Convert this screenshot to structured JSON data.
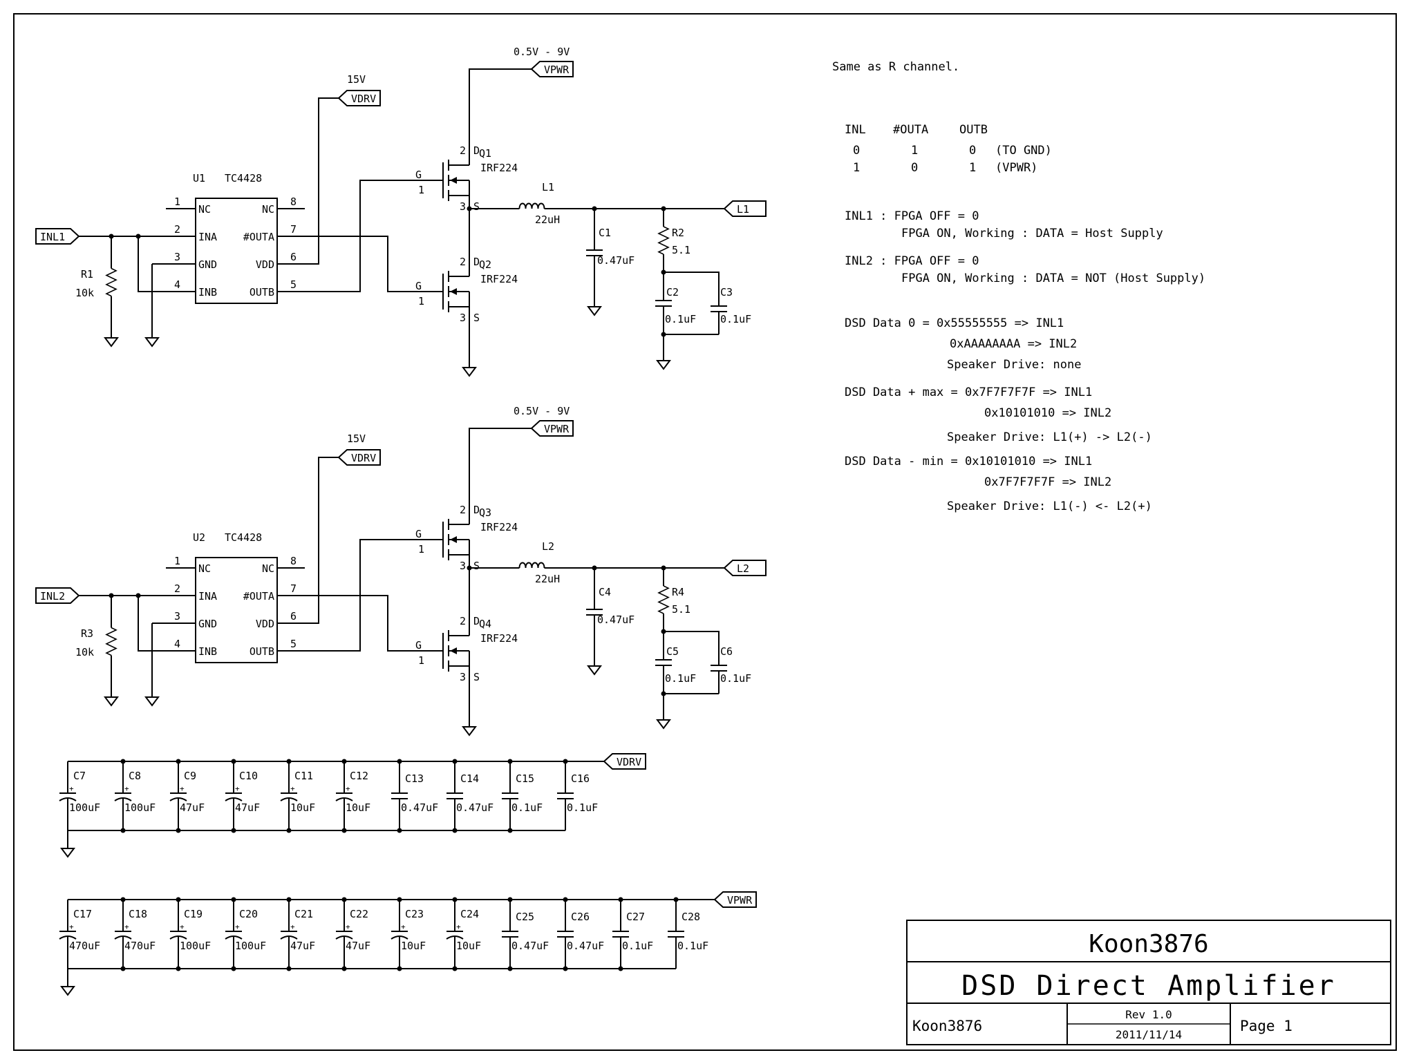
{
  "notes": {
    "same_channel": "Same as R channel.",
    "truth_table": {
      "headers": [
        "INL",
        "#OUTA",
        "OUTB"
      ],
      "rows": [
        [
          "0",
          "1",
          "0",
          "(TO GND)"
        ],
        [
          "1",
          "0",
          "1",
          "(VPWR)"
        ]
      ]
    },
    "inl1_line1": "INL1 : FPGA OFF = 0",
    "inl1_line2": "FPGA ON, Working : DATA = Host Supply",
    "inl2_line1": "INL2 : FPGA OFF = 0",
    "inl2_line2": "FPGA ON, Working : DATA = NOT (Host Supply)",
    "dsd0_line1": "DSD Data 0 = 0x55555555 => INL1",
    "dsd0_line2": "0xAAAAAAAA => INL2",
    "dsd0_line3": "Speaker Drive: none",
    "dsdmax_line1": "DSD Data + max = 0x7F7F7F7F => INL1",
    "dsdmax_line2": "0x10101010 => INL2",
    "dsdmax_line3": "Speaker Drive: L1(+) -> L2(-)",
    "dsdmin_line1": "DSD Data - min = 0x10101010 => INL1",
    "dsdmin_line2": "0x7F7F7F7F => INL2",
    "dsdmin_line3": "Speaker Drive: L1(-) <- L2(+)"
  },
  "channels": [
    {
      "input": "INL1",
      "r_in": "R1",
      "r_in_val": "10k",
      "ic": "U1",
      "ic_part": "TC4428",
      "pin_nums": [
        "1",
        "2",
        "3",
        "4",
        "8",
        "7",
        "6",
        "5"
      ],
      "pin_names": [
        "NC",
        "INA",
        "GND",
        "INB",
        "NC",
        "#OUTA",
        "VDD",
        "OUTB"
      ],
      "drv_volt": "15V",
      "drv_net": "VDRV",
      "pwr_volt": "0.5V - 9V",
      "pwr_net": "VPWR",
      "q_hi": "Q1",
      "q_lo": "Q2",
      "q_part": "IRF224",
      "pin_g": "G",
      "pin_d": "D",
      "pin_s": "S",
      "pn1": "1",
      "pn2": "2",
      "pn3": "3",
      "ind": "L1",
      "ind_val": "22uH",
      "c_out": "C1",
      "c_out_val": "0.47uF",
      "r_out": "R2",
      "r_out_val": "5.1",
      "c_a": "C2",
      "c_a_val": "0.1uF",
      "c_b": "C3",
      "c_b_val": "0.1uF",
      "output": "L1"
    },
    {
      "input": "INL2",
      "r_in": "R3",
      "r_in_val": "10k",
      "ic": "U2",
      "ic_part": "TC4428",
      "pin_nums": [
        "1",
        "2",
        "3",
        "4",
        "8",
        "7",
        "6",
        "5"
      ],
      "pin_names": [
        "NC",
        "INA",
        "GND",
        "INB",
        "NC",
        "#OUTA",
        "VDD",
        "OUTB"
      ],
      "drv_volt": "15V",
      "drv_net": "VDRV",
      "pwr_volt": "0.5V - 9V",
      "pwr_net": "VPWR",
      "q_hi": "Q3",
      "q_lo": "Q4",
      "q_part": "IRF224",
      "pin_g": "G",
      "pin_d": "D",
      "pin_s": "S",
      "pn1": "1",
      "pn2": "2",
      "pn3": "3",
      "ind": "L2",
      "ind_val": "22uH",
      "c_out": "C4",
      "c_out_val": "0.47uF",
      "r_out": "R4",
      "r_out_val": "5.1",
      "c_a": "C5",
      "c_a_val": "0.1uF",
      "c_b": "C6",
      "c_b_val": "0.1uF",
      "output": "L2"
    }
  ],
  "bypass_vdrv": {
    "net": "VDRV",
    "caps": [
      {
        "name": "C7",
        "value": "100uF",
        "polar": true
      },
      {
        "name": "C8",
        "value": "100uF",
        "polar": true
      },
      {
        "name": "C9",
        "value": "47uF",
        "polar": true
      },
      {
        "name": "C10",
        "value": "47uF",
        "polar": true
      },
      {
        "name": "C11",
        "value": "10uF",
        "polar": true
      },
      {
        "name": "C12",
        "value": "10uF",
        "polar": true
      },
      {
        "name": "C13",
        "value": "0.47uF",
        "polar": false
      },
      {
        "name": "C14",
        "value": "0.47uF",
        "polar": false
      },
      {
        "name": "C15",
        "value": "0.1uF",
        "polar": false
      },
      {
        "name": "C16",
        "value": "0.1uF",
        "polar": false
      }
    ]
  },
  "bypass_vpwr": {
    "net": "VPWR",
    "caps": [
      {
        "name": "C17",
        "value": "470uF",
        "polar": true
      },
      {
        "name": "C18",
        "value": "470uF",
        "polar": true
      },
      {
        "name": "C19",
        "value": "100uF",
        "polar": true
      },
      {
        "name": "C20",
        "value": "100uF",
        "polar": true
      },
      {
        "name": "C21",
        "value": "47uF",
        "polar": true
      },
      {
        "name": "C22",
        "value": "47uF",
        "polar": true
      },
      {
        "name": "C23",
        "value": "10uF",
        "polar": true
      },
      {
        "name": "C24",
        "value": "10uF",
        "polar": true
      },
      {
        "name": "C25",
        "value": "0.47uF",
        "polar": false
      },
      {
        "name": "C26",
        "value": "0.47uF",
        "polar": false
      },
      {
        "name": "C27",
        "value": "0.1uF",
        "polar": false
      },
      {
        "name": "C28",
        "value": "0.1uF",
        "polar": false
      }
    ]
  },
  "title_block": {
    "company": "Koon3876",
    "title": "DSD Direct Amplifier",
    "author": "Koon3876",
    "rev": "Rev 1.0",
    "date": "2011/11/14",
    "page": "Page 1"
  }
}
